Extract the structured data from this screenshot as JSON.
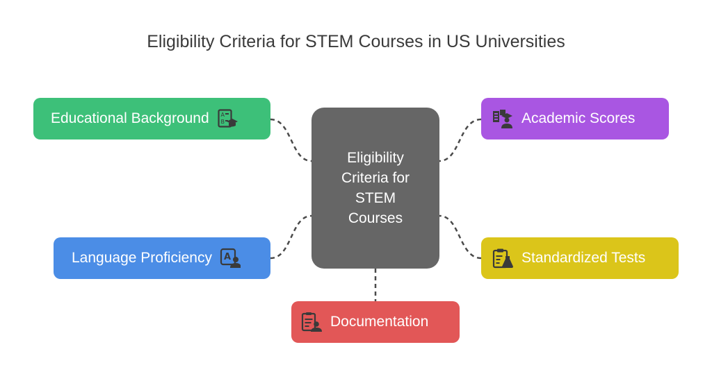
{
  "title": "Eligibility Criteria for STEM Courses in US Universities",
  "center": {
    "label": "Eligibility Criteria for STEM Courses"
  },
  "nodes": {
    "educational_background": {
      "label": "Educational Background",
      "color": "#3dc079",
      "icon": "test-sheet-graduate-icon"
    },
    "language_proficiency": {
      "label": "Language Proficiency",
      "color": "#4b8de6",
      "icon": "language-user-icon"
    },
    "academic_scores": {
      "label": "Academic Scores",
      "color": "#a956e2",
      "icon": "scores-graduate-icon"
    },
    "standardized_tests": {
      "label": "Standardized Tests",
      "color": "#dbc51a",
      "icon": "clipboard-flask-icon"
    },
    "documentation": {
      "label": "Documentation",
      "color": "#e25757",
      "icon": "document-user-icon"
    }
  },
  "colors": {
    "center_fill": "#666666",
    "connector": "#4a4a4a",
    "icon": "#3a3a3a"
  }
}
